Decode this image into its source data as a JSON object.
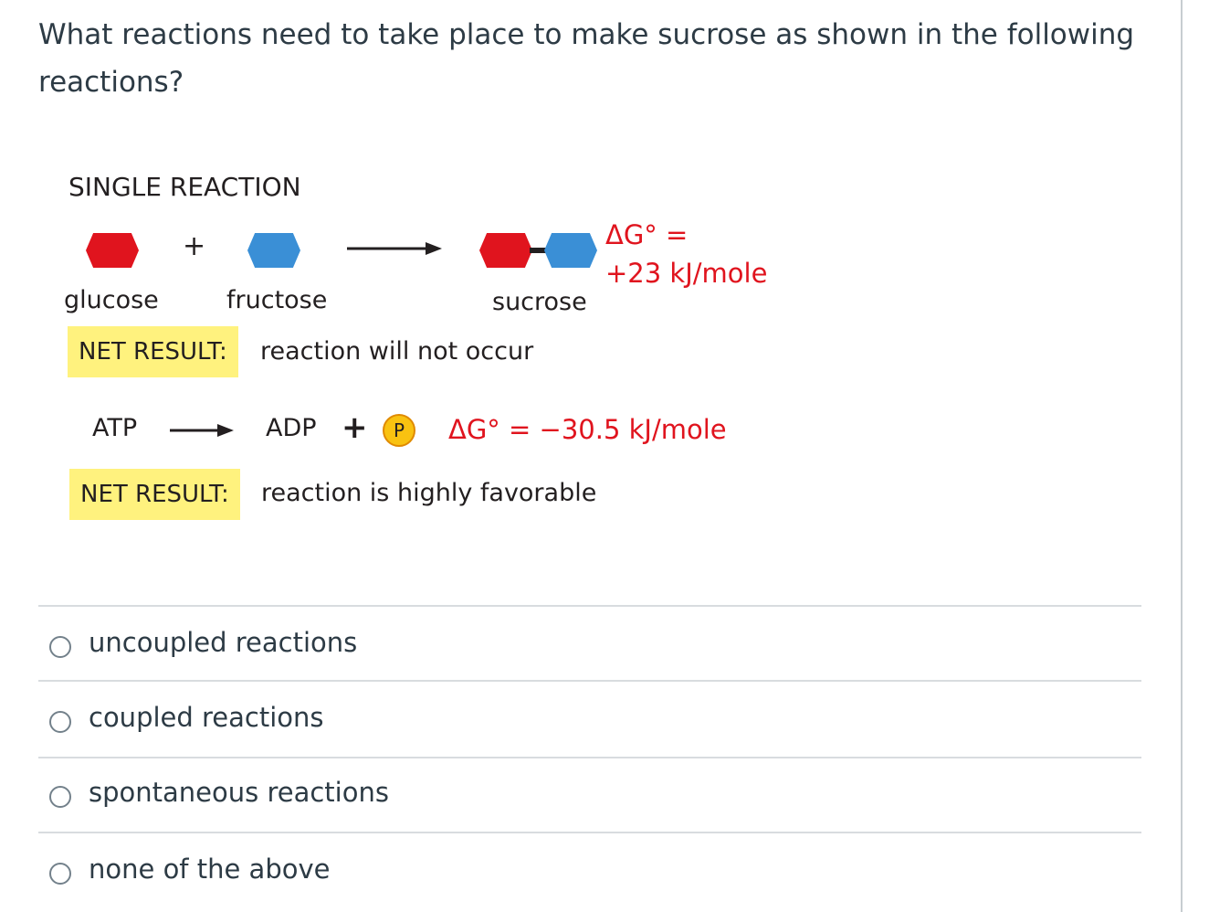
{
  "question": {
    "text": "What reactions need to take place to make sucrose as shown in the following reactions?"
  },
  "figure": {
    "heading": "SINGLE REACTION",
    "plus": "+",
    "labels": {
      "glucose": "glucose",
      "fructose": "fructose",
      "sucrose": "sucrose"
    },
    "dg1_line1": "ΔG° =",
    "dg1_line2": "+23 kJ/mole",
    "net1_label": "NET RESULT:",
    "net1_text": "reaction will not occur",
    "atp": "ATP",
    "adp": "ADP",
    "plus2": "+",
    "phosphate": "P",
    "dg2": "ΔG° = −30.5 kJ/mole",
    "net2_label": "NET RESULT:",
    "net2_text": "reaction is highly favorable",
    "colors": {
      "glucose": "#e0141e",
      "fructose": "#3a8fd6",
      "highlight": "#fff27e",
      "delta_g": "#e0141e"
    }
  },
  "options": [
    {
      "label": "uncoupled reactions",
      "selected": false
    },
    {
      "label": "coupled reactions",
      "selected": false
    },
    {
      "label": "spontaneous reactions",
      "selected": false
    },
    {
      "label": "none of the above",
      "selected": false
    }
  ]
}
